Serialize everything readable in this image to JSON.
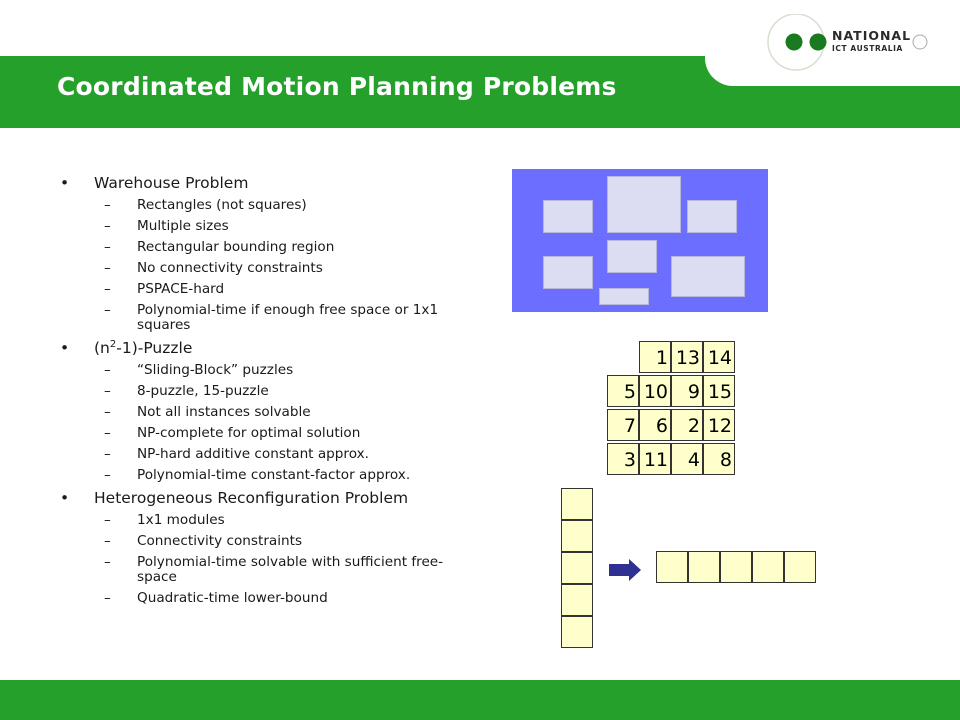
{
  "header": {
    "title": "Coordinated Motion Planning Problems",
    "logo_line1": "NATIONAL",
    "logo_line2": "ICT AUSTRALIA"
  },
  "colors": {
    "brand_green": "#24a02b",
    "warehouse_blue": "#6b6eff",
    "block_fill": "#ffffcc",
    "arrow_blue": "#2e3192"
  },
  "bullets": [
    {
      "label": "Warehouse Problem",
      "items": [
        "Rectangles (not squares)",
        "Multiple sizes",
        "Rectangular bounding region",
        "No connectivity constraints",
        "PSPACE-hard",
        "Polynomial-time if enough free space or 1x1 squares"
      ]
    },
    {
      "label_pre": "(n",
      "label_sup": "2",
      "label_post": "-1)-Puzzle",
      "items": [
        "“Sliding-Block” puzzles",
        "8-puzzle, 15-puzzle",
        "Not all instances solvable",
        "NP-complete for optimal solution",
        "NP-hard additive constant approx.",
        "Polynomial-time constant-factor approx."
      ]
    },
    {
      "label": "Heterogeneous Reconfiguration Problem",
      "items": [
        "1x1 modules",
        "Connectivity constraints",
        "Polynomial-time solvable with sufficient free-space",
        "Quadratic-time lower-bound"
      ]
    }
  ],
  "puzzle": {
    "rows": [
      [
        "",
        "1",
        "13",
        "14"
      ],
      [
        "5",
        "10",
        "9",
        "15"
      ],
      [
        "7",
        "6",
        "2",
        "12"
      ],
      [
        "3",
        "11",
        "4",
        "8"
      ]
    ]
  },
  "reconfiguration": {
    "vertical_blocks": 5,
    "horizontal_blocks": 5,
    "arrow_icon": "right-arrow-icon"
  }
}
